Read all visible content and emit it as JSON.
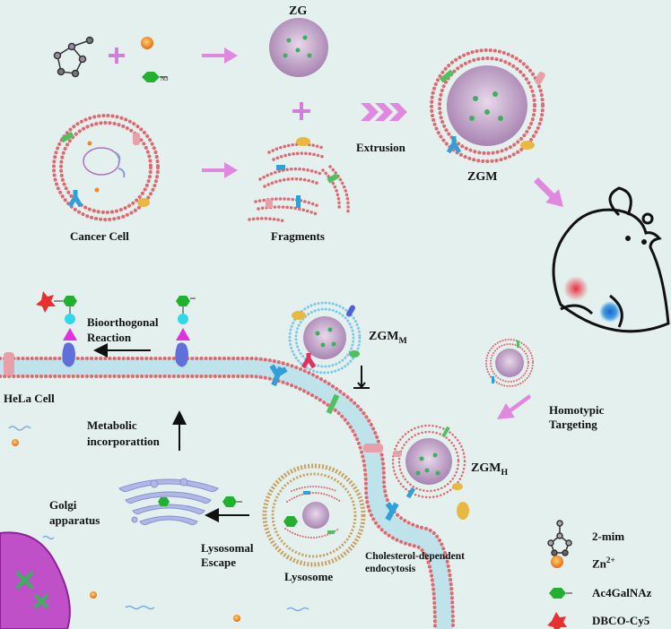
{
  "labels": {
    "zg": "ZG",
    "zgm": "ZGM",
    "extrusion": "Extrusion",
    "cancer_cell": "Cancer Cell",
    "fragments": "Fragments",
    "bioorthogonal_1": "Bioorthogonal",
    "bioorthogonal_2": "Reaction",
    "hela_cell": "HeLa Cell",
    "metabolic_1": "Metabolic",
    "metabolic_2": "incorporattion",
    "zgm_m": "ZGM",
    "zgm_m_sub": "M",
    "homotypic_1": "Homotypic",
    "homotypic_2": "Targeting",
    "zgm_h": "ZGM",
    "zgm_h_sub": "H",
    "golgi_1": "Golgi",
    "golgi_2": "apparatus",
    "lysosomal_1": "Lysosomal",
    "lysosomal_2": "Escape",
    "lysosome": "Lysosome",
    "endocytosis_1": "Cholesterol-dependent",
    "endocytosis_2": "endocytosis",
    "n3": "N3",
    "plus": "+"
  },
  "legend": [
    {
      "icon": "2-mim-icon",
      "label": "2-mim"
    },
    {
      "icon": "zn-icon",
      "label": "Zn",
      "sup": "2+"
    },
    {
      "icon": "ac4galnaz-icon",
      "label": "Ac4GalNAz"
    },
    {
      "icon": "dbco-cy5-icon",
      "label": "DBCO-Cy5"
    }
  ],
  "colors": {
    "background": "#e4f0ee",
    "arrow": "#e088e0",
    "membrane_dots": "#e06870",
    "membrane_band": "#bfe3ea",
    "nanoparticle": "#b98fc0",
    "green": "#22b030",
    "orange": "#f08a20",
    "red_star": "#e83030"
  }
}
